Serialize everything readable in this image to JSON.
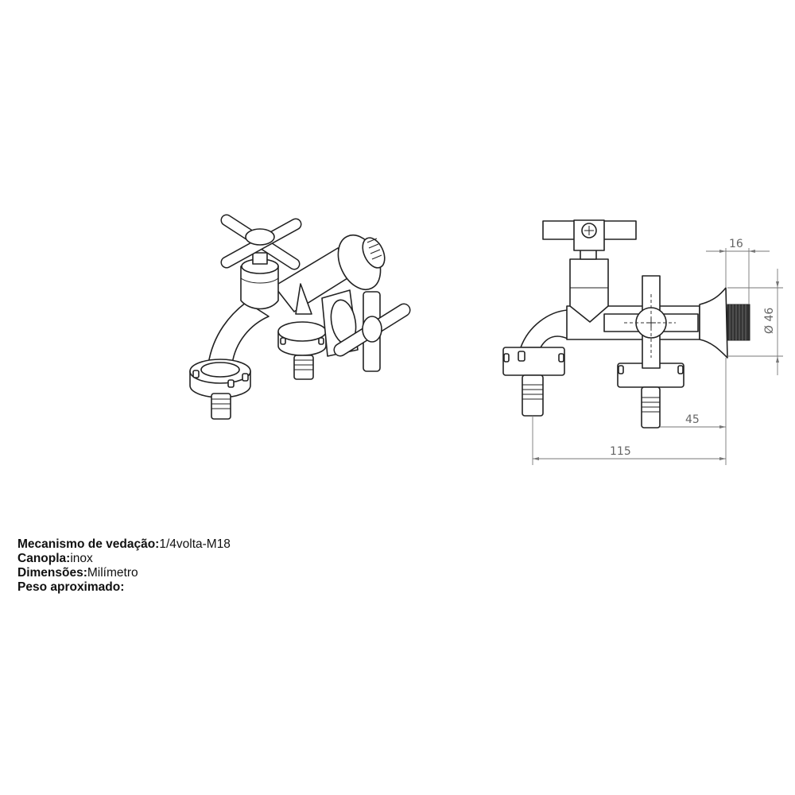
{
  "drawing": {
    "views": [
      "isometric-view",
      "front-view"
    ],
    "dimensions": {
      "flange_thickness": "16",
      "thread_diameter": "Ø 46",
      "outlet_offset": "45",
      "overall_width": "115"
    },
    "line_color": "#222222",
    "dimension_color": "#777777"
  },
  "specs": [
    {
      "label": "Mecanismo de vedação:",
      "value": "1/4volta-M18"
    },
    {
      "label": "Canopla:",
      "value": "inox"
    },
    {
      "label": "Dimensões:",
      "value": "Milímetro"
    },
    {
      "label": "Peso aproximado:",
      "value": ""
    }
  ]
}
